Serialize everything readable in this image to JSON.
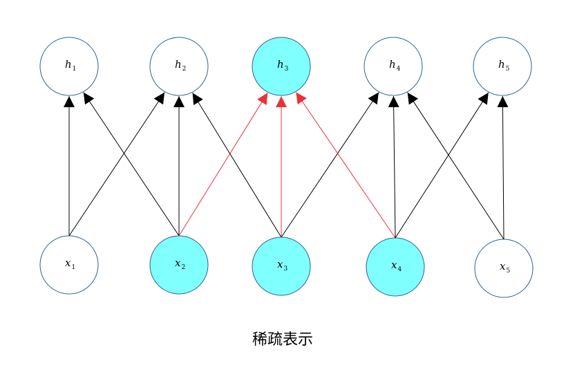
{
  "caption": "稀疏表示",
  "colors": {
    "active_fill": "#80ffff",
    "inactive_fill": "#ffffff",
    "node_stroke": "#2d5f8f",
    "edge_default": "#000000",
    "edge_highlight": "#e8323a"
  },
  "hidden_nodes": [
    {
      "id": "h1",
      "base": "h",
      "sub": "1",
      "active": false
    },
    {
      "id": "h2",
      "base": "h",
      "sub": "2",
      "active": false
    },
    {
      "id": "h3",
      "base": "h",
      "sub": "3",
      "active": true
    },
    {
      "id": "h4",
      "base": "h",
      "sub": "4",
      "active": false
    },
    {
      "id": "h5",
      "base": "h",
      "sub": "5",
      "active": false
    }
  ],
  "input_nodes": [
    {
      "id": "x1",
      "base": "x",
      "sub": "1",
      "active": false
    },
    {
      "id": "x2",
      "base": "x",
      "sub": "2",
      "active": true
    },
    {
      "id": "x3",
      "base": "x",
      "sub": "3",
      "active": true
    },
    {
      "id": "x4",
      "base": "x",
      "sub": "4",
      "active": true
    },
    {
      "id": "x5",
      "base": "x",
      "sub": "5",
      "active": false
    }
  ],
  "edges": [
    {
      "from": "x1",
      "to": "h1",
      "highlight": false
    },
    {
      "from": "x1",
      "to": "h2",
      "highlight": false
    },
    {
      "from": "x2",
      "to": "h1",
      "highlight": false
    },
    {
      "from": "x2",
      "to": "h2",
      "highlight": false
    },
    {
      "from": "x2",
      "to": "h3",
      "highlight": true
    },
    {
      "from": "x3",
      "to": "h2",
      "highlight": false
    },
    {
      "from": "x3",
      "to": "h3",
      "highlight": true
    },
    {
      "from": "x3",
      "to": "h4",
      "highlight": false
    },
    {
      "from": "x4",
      "to": "h3",
      "highlight": true
    },
    {
      "from": "x4",
      "to": "h4",
      "highlight": false
    },
    {
      "from": "x4",
      "to": "h5",
      "highlight": false
    },
    {
      "from": "x5",
      "to": "h4",
      "highlight": false
    },
    {
      "from": "x5",
      "to": "h5",
      "highlight": false
    }
  ]
}
